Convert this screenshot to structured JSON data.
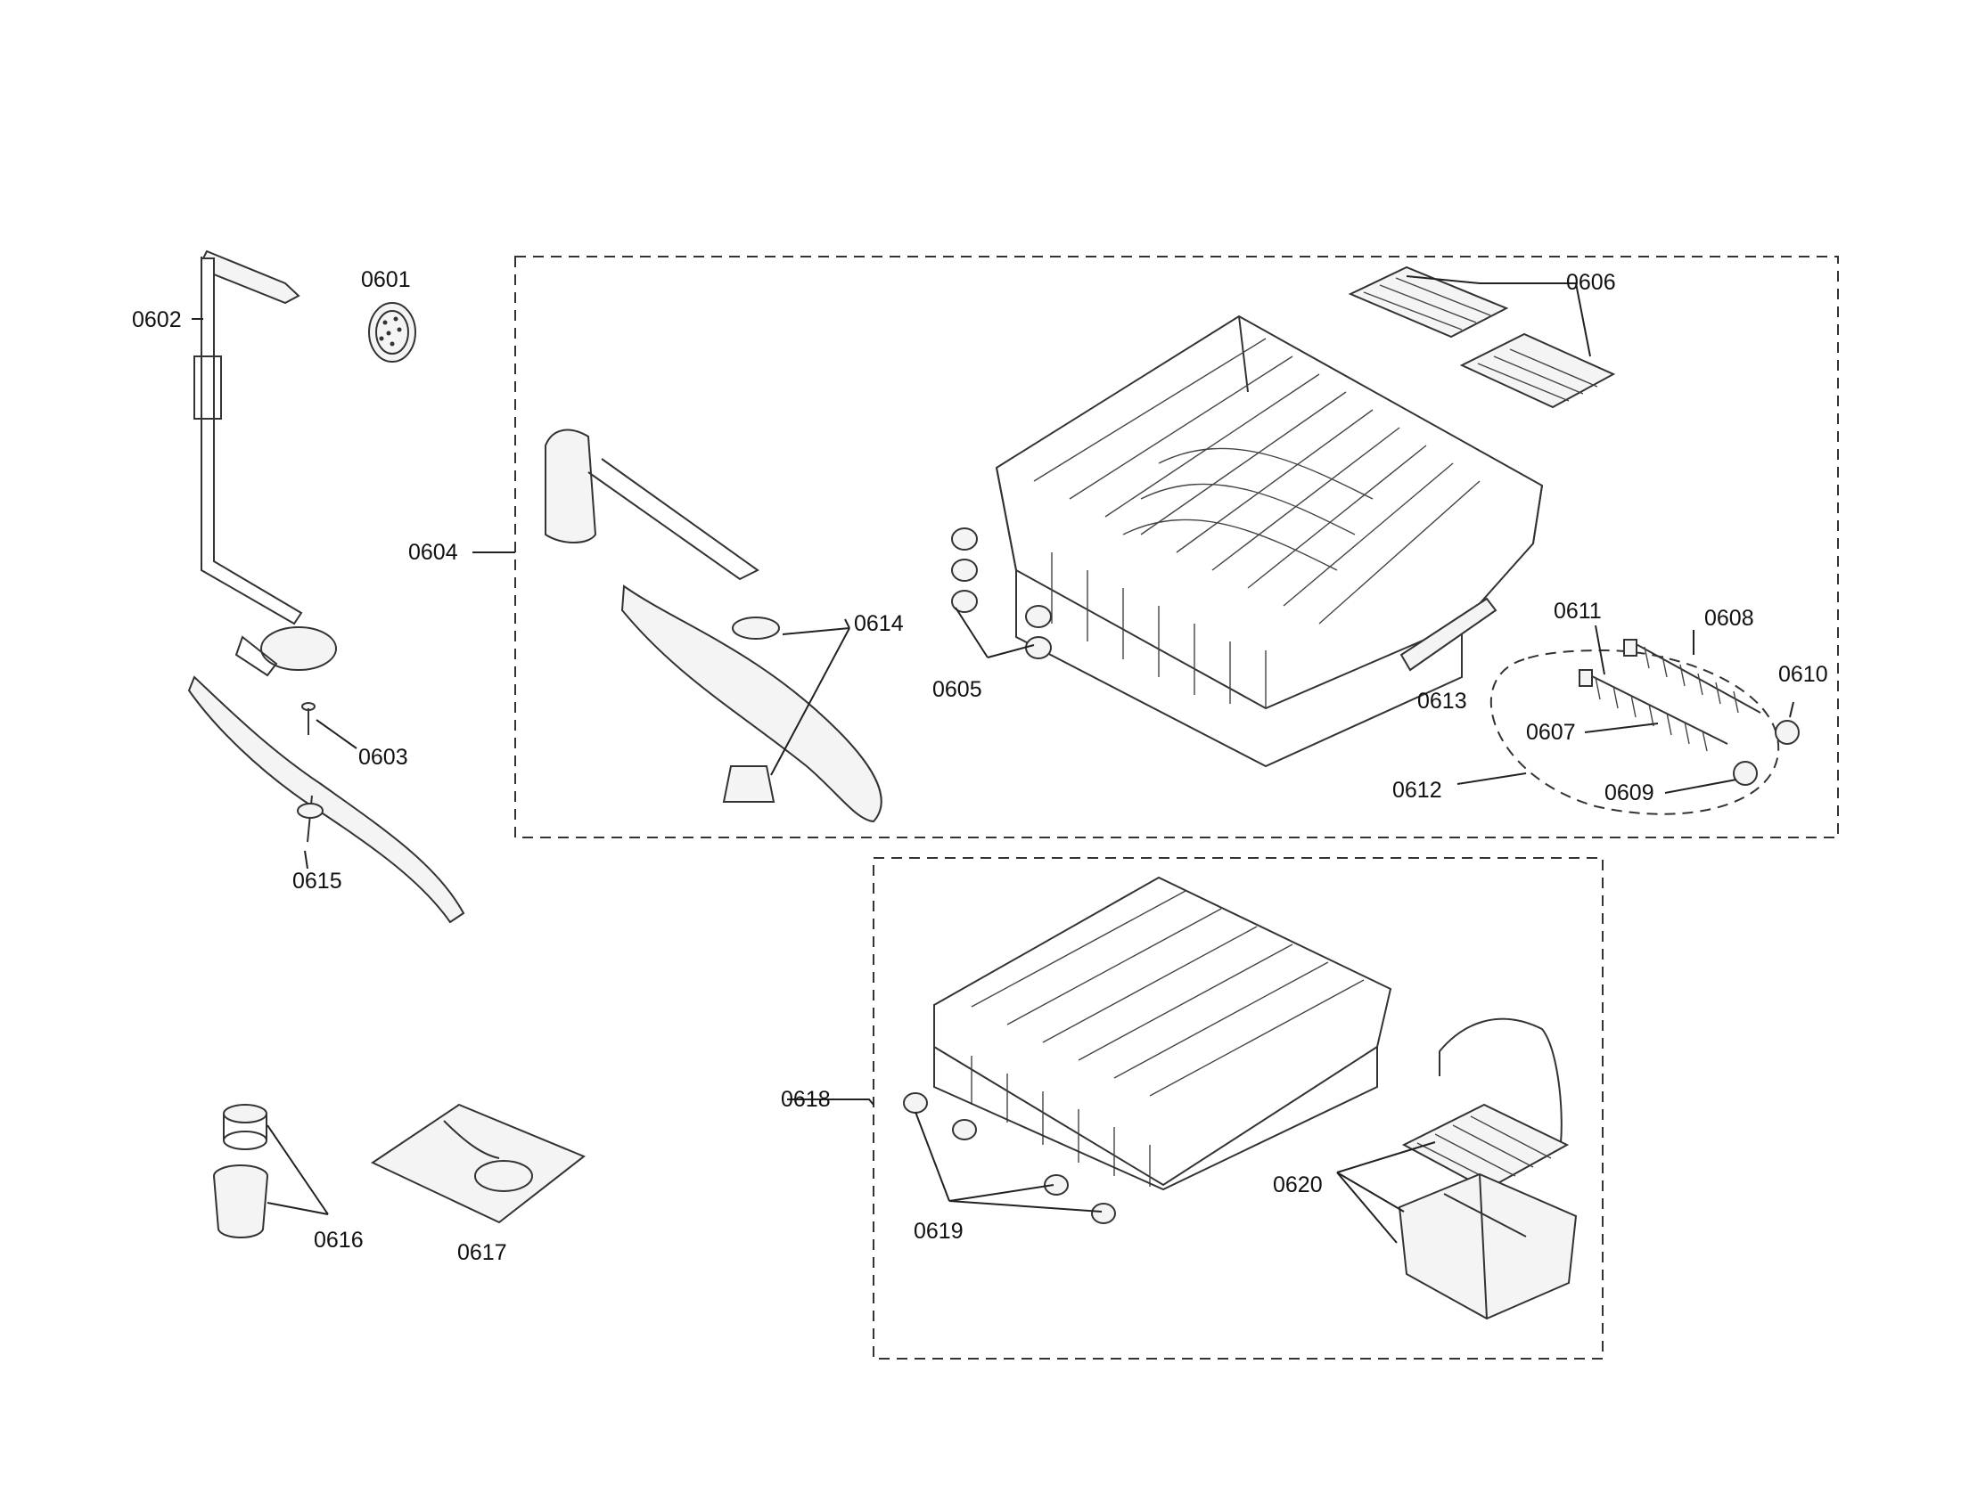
{
  "diagram": {
    "labels": {
      "p0601": "0601",
      "p0602": "0602",
      "p0603": "0603",
      "p0604": "0604",
      "p0605": "0605",
      "p0606": "0606",
      "p0607": "0607",
      "p0608": "0608",
      "p0609": "0609",
      "p0610": "0610",
      "p0611": "0611",
      "p0612": "0612",
      "p0613": "0613",
      "p0614": "0614",
      "p0615": "0615",
      "p0616": "0616",
      "p0617": "0617",
      "p0618": "0618",
      "p0619": "0619",
      "p0620": "0620"
    }
  }
}
